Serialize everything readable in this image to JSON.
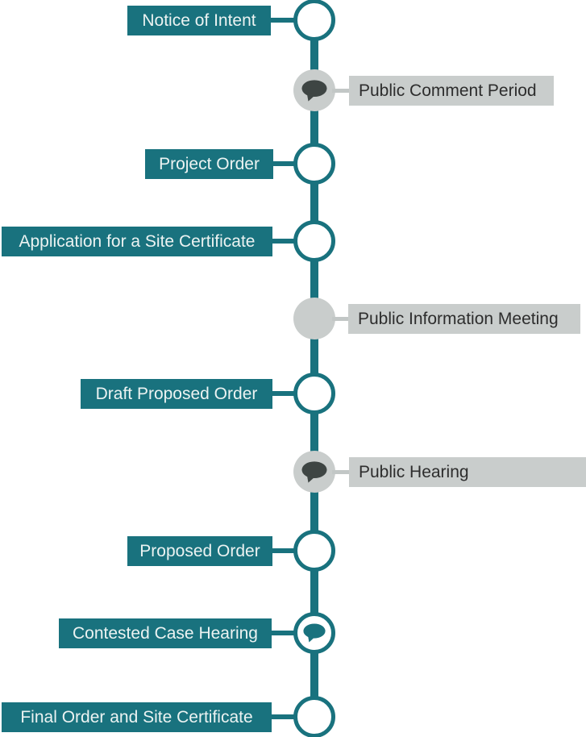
{
  "timeline": {
    "stages": [
      {
        "label": "Notice of Intent",
        "side": "left",
        "marker": "circle-icon"
      },
      {
        "label": "Public Comment Period",
        "side": "right",
        "marker": "speech-bubble-icon"
      },
      {
        "label": "Project Order",
        "side": "left",
        "marker": "circle-icon"
      },
      {
        "label": "Application for a Site Certificate",
        "side": "left",
        "marker": "circle-icon"
      },
      {
        "label": "Public Information Meeting",
        "side": "right",
        "marker": "dot-icon"
      },
      {
        "label": "Draft Proposed Order",
        "side": "left",
        "marker": "circle-icon"
      },
      {
        "label": "Public Hearing",
        "side": "right",
        "marker": "speech-bubble-icon"
      },
      {
        "label": "Proposed Order",
        "side": "left",
        "marker": "circle-icon"
      },
      {
        "label": "Contested Case Hearing",
        "side": "left",
        "marker": "speech-bubble-icon"
      },
      {
        "label": "Final Order and Site Certificate",
        "side": "left",
        "marker": "circle-icon"
      }
    ]
  },
  "colors": {
    "teal": "#19727e",
    "gray_box": "#c9cdcc",
    "gray_conn": "#c2c7c6",
    "bubble_dark": "#3e4543",
    "text_on_teal": "#ecf3f2",
    "text_on_gray": "#2d2d2d"
  }
}
